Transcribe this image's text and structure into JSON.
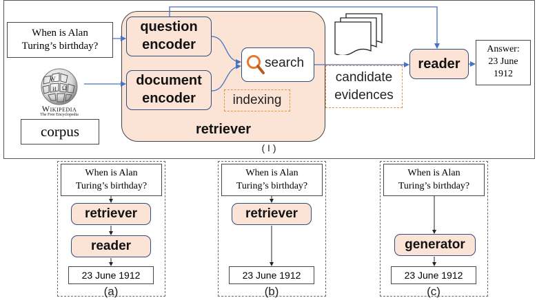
{
  "main": {
    "question": [
      "When is Alan",
      "Turing’s birthday?"
    ],
    "wiki_title": "Wikipedia",
    "wiki_subtitle": "The Free Encyclopedia",
    "corpus": "corpus",
    "question_encoder": [
      "question",
      "encoder"
    ],
    "document_encoder": [
      "document",
      "encoder"
    ],
    "search": "search",
    "indexing": "indexing",
    "candidate_evidences": [
      "candidate",
      "evidences"
    ],
    "retriever": "retriever",
    "reader": "reader",
    "answer": [
      "Answer:",
      "23 June",
      "1912"
    ],
    "caption": "( I )"
  },
  "panels": [
    {
      "question": [
        "When is Alan",
        "Turing’s birthday?"
      ],
      "modules": [
        "retriever",
        "reader"
      ],
      "answer": "23 June 1912",
      "caption": "(a)"
    },
    {
      "question": [
        "When is Alan",
        "Turing’s birthday?"
      ],
      "modules": [
        "retriever"
      ],
      "answer": "23 June 1912",
      "caption": "(b)"
    },
    {
      "question": [
        "When is Alan",
        "Turing’s birthday?"
      ],
      "modules": [
        "generator"
      ],
      "answer": "23 June 1912",
      "caption": "(c)"
    }
  ],
  "colors": {
    "module_fill": "#fbe4d6",
    "arrow": "#4472c4",
    "dashed_box": "#e8903c"
  }
}
